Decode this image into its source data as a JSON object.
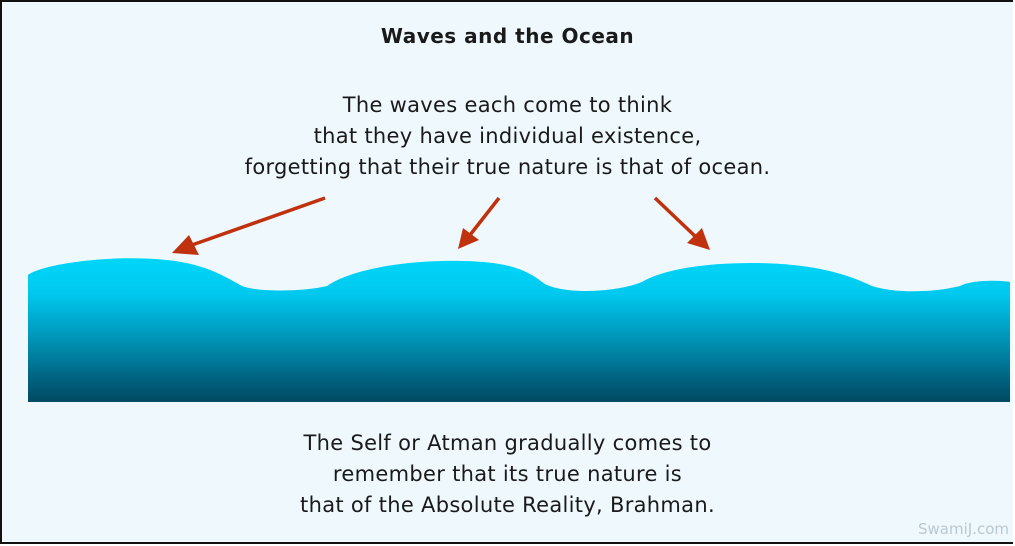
{
  "title": "Waves and the Ocean",
  "top_caption": [
    "The waves each come to think",
    "that they have individual existence,",
    "forgetting that their true nature is that of ocean."
  ],
  "bottom_caption": [
    "The Self or Atman gradually comes to",
    "remember that its true nature is",
    "that of the Absolute Reality, Brahman."
  ],
  "credit": "SwamiJ.com",
  "colors": {
    "background": "#eef8fd",
    "ocean_top": "#00d2f8",
    "ocean_bottom": "#00506a",
    "arrow": "#c0320e"
  }
}
